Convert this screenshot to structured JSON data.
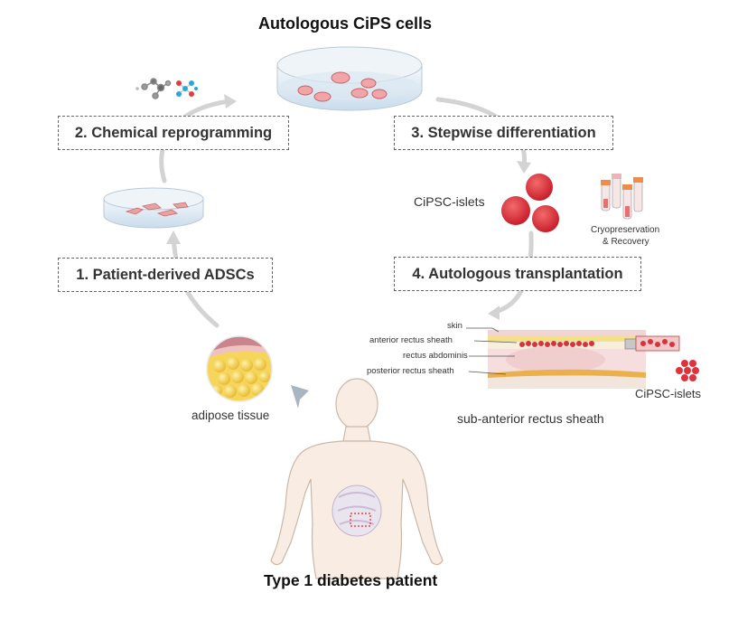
{
  "title": "Autologous CiPS cells",
  "steps": {
    "step1": "1. Patient-derived ADSCs",
    "step2": "2. Chemical reprogramming",
    "step3": "3. Stepwise differentiation",
    "step4": "4. Autologous transplantation"
  },
  "labels": {
    "islets": "CiPSC-islets",
    "cryo_line1": "Cryopreservation",
    "cryo_line2": "& Recovery",
    "adipose": "adipose tissue",
    "site": "sub-anterior rectus sheath",
    "islets_small": "CiPSC-islets",
    "patient": "Type 1 diabetes patient"
  },
  "tissue_layers": {
    "skin": "skin",
    "anterior": "anterior rectus sheath",
    "rectus": "rectus abdominis",
    "posterior": "posterior rectus sheath"
  },
  "colors": {
    "arrow": "#d3d3d3",
    "islet": "#e0323c",
    "fat": "#f2d24a",
    "skin_pink": "#c9848c",
    "dish": "#cfe2f0"
  }
}
